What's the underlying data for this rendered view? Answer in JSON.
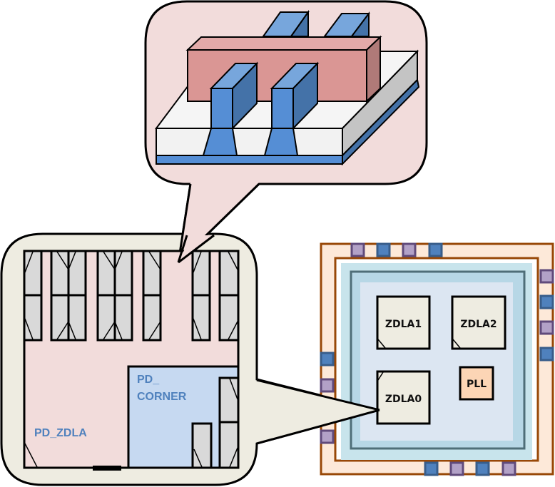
{
  "diagram": {
    "title": "",
    "finfet_callout": {
      "description": "3D FinFET transistor structure",
      "colors": {
        "bubble_fill": "#f2dcdb",
        "gate": "#da9694",
        "gate_top": "#e3aaa9",
        "gate_side": "#b07a78",
        "fin_front": "#558ed5",
        "fin_top": "#77a6dc",
        "fin_side": "#4472a8",
        "substrate_top": "#f5f5f5",
        "substrate_front": "#f2f2f2",
        "substrate_side": "#c4c4c4"
      }
    },
    "power_domain_callout": {
      "labels": {
        "pd_zdla": "PD_ZDLA",
        "pd_corner_line1": "PD_",
        "pd_corner_line2": "CORNER"
      },
      "colors": {
        "bubble_fill": "#eeece1",
        "pd_zdla_fill": "#f2dcdb",
        "pd_corner_fill": "#c6d9f1",
        "cell_fill": "#d9d9d9",
        "label_color": "#4f81bd"
      }
    },
    "chip": {
      "blocks": [
        {
          "id": "zdla1",
          "label": "ZDLA1"
        },
        {
          "id": "zdla2",
          "label": "ZDLA2"
        },
        {
          "id": "zdla0",
          "label": "ZDLA0"
        },
        {
          "id": "pll",
          "label": "PLL"
        }
      ],
      "pads": {
        "top": [
          "purple",
          "blue",
          "purple",
          "blue"
        ],
        "right": [
          "purple",
          "blue",
          "purple",
          "blue"
        ],
        "bottom": [
          "blue",
          "purple",
          "blue",
          "purple"
        ],
        "left": [
          "blue",
          "purple",
          "purple"
        ]
      },
      "colors": {
        "io_ring": "#fde9d9",
        "io_ring_border": "#984807",
        "core_outer": "#c8e4ec",
        "core_ring": "#b7d7e6",
        "core_ring_border": "#4f6e78",
        "core_inner": "#dce6f2",
        "block_fill": "#eeece1",
        "pll_fill": "#fcd5b5",
        "pad_blue": "#4f81bd",
        "pad_blue_border": "#385d8a",
        "pad_purple": "#b2a1c7",
        "pad_purple_border": "#604a7b"
      }
    }
  }
}
